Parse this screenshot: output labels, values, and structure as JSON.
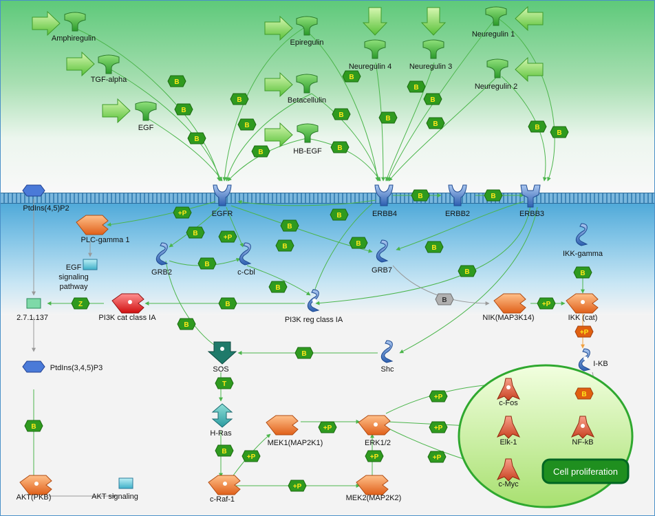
{
  "ligands": {
    "amphiregulin": "Amphiregulin",
    "tgf_alpha": "TGF-alpha",
    "egf": "EGF",
    "epiregulin": "Epiregulin",
    "betacellulin": "Betacellulin",
    "hb_egf": "HB-EGF",
    "neuregulin4": "Neuregulin 4",
    "neuregulin3": "Neuregulin 3",
    "neuregulin1": "Neuregulin 1",
    "neuregulin2": "Neuregulin 2"
  },
  "receptors": {
    "egfr": "EGFR",
    "erbb4": "ERBB4",
    "erbb2": "ERBB2",
    "erbb3": "ERBB3"
  },
  "nodes": {
    "ptdins45p2": "PtdIns(4,5)P2",
    "plc_gamma1": "PLC-gamma 1",
    "egf_pathway": [
      "EGF",
      "signaling",
      "pathway"
    ],
    "grb2": "GRB2",
    "c_cbl": "c-Cbl",
    "grb7": "GRB7",
    "ikk_gamma": "IKK-gamma",
    "enzyme_2_7_1_137": "2.7.1.137",
    "pi3k_cat": "PI3K cat class IA",
    "pi3k_reg": "PI3K reg class IA",
    "nik": "NIK(MAP3K14)",
    "ikk_cat": "IKK (cat)",
    "ptdins345p3": "PtdIns(3,4,5)P3",
    "sos": "SOS",
    "shc": "Shc",
    "i_kb": "I-KB",
    "h_ras": "H-Ras",
    "mek1": "MEK1(MAP2K1)",
    "erk12": "ERK1/2",
    "c_fos": "c-Fos",
    "elk1": "Elk-1",
    "nf_kb": "NF-kB",
    "c_myc": "c-Myc",
    "akt": "AKT(PKB)",
    "akt_signaling": "AKT signaling",
    "c_raf1": "c-Raf-1",
    "mek2": "MEK2(MAP2K2)"
  },
  "outcome": {
    "cell_proliferation": "Cell proliferation"
  },
  "badge_labels": {
    "binding": "B",
    "phospho": "+P",
    "tag_z": "Z",
    "tag_t": "T"
  },
  "colors": {
    "ligand_green": "#3fae3f",
    "arrow_green": "#4bb54b",
    "receptor_blue": "#3a6fc0",
    "kinase_orange": "#f07a22",
    "pi3k_red": "#e02020",
    "badge_green": "#2f9a1f",
    "badge_text": "#ffe81a",
    "nucleus_fill": "#c9ef9c",
    "nucleus_border": "#2fa82f",
    "proliferation_fill": "#1f8f1f"
  }
}
